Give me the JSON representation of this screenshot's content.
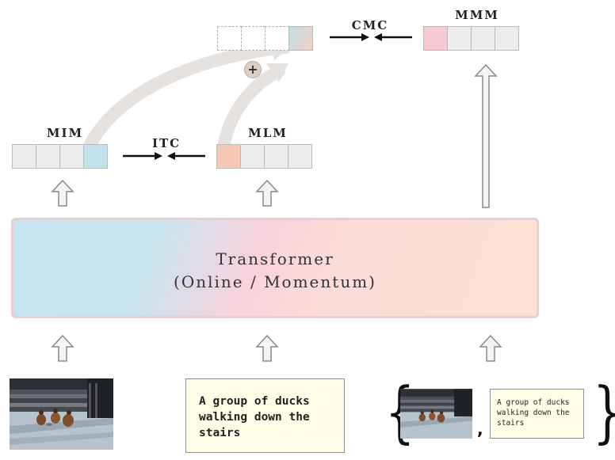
{
  "labels": {
    "mim": "MIM",
    "itc": "ITC",
    "mlm": "MLM",
    "cmc": "CMC",
    "mmm": "MMM",
    "plus": "+"
  },
  "transformer": {
    "line1": "Transformer",
    "line2": "(Online / Momentum)"
  },
  "text_input": "A group of ducks walking down the stairs",
  "pair": {
    "text": "A group of ducks walking down the stairs",
    "separator": ",",
    "open_brace": "{",
    "close_brace": "}"
  },
  "colors": {
    "token_grey": "#ececec",
    "token_blue": "#c2e2ea",
    "token_orange": "#f5c9b3",
    "token_pink": "#f7c9d3",
    "arrow_outline": "#8a8a8a"
  }
}
